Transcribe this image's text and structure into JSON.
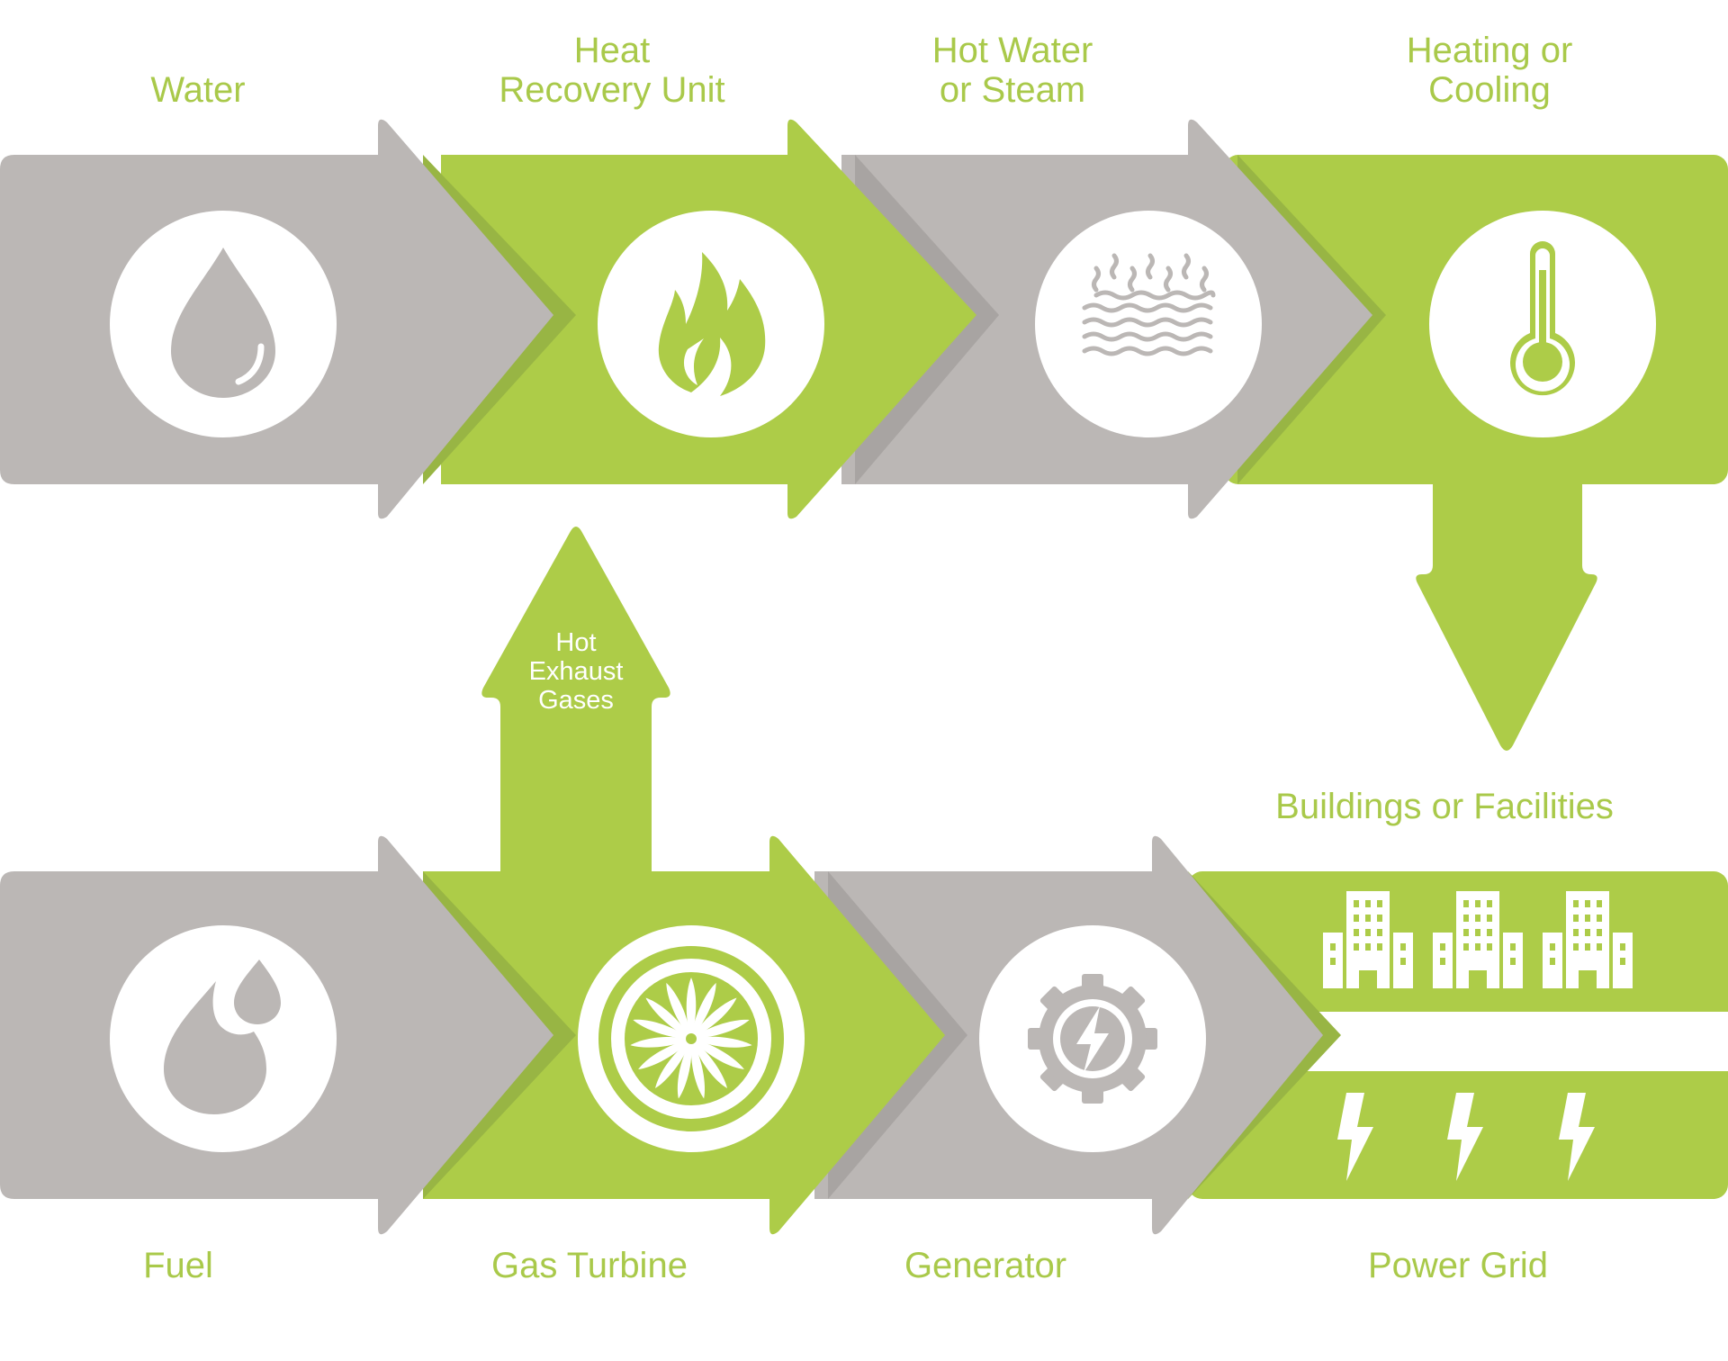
{
  "colors": {
    "gray": "#bbb7b5",
    "gray_shadow": "#a8a4a2",
    "green": "#adcc48",
    "green_shadow": "#98b544",
    "white": "#ffffff",
    "text": "#a9c94a"
  },
  "top_row": [
    {
      "label": "Water",
      "icon": "water-drop-icon"
    },
    {
      "label": "Heat\nRecovery Unit",
      "icon": "flame-icon"
    },
    {
      "label": "Hot Water\nor Steam",
      "icon": "steam-waves-icon"
    },
    {
      "label": "Heating or\nCooling",
      "icon": "thermometer-icon"
    }
  ],
  "bottom_row": [
    {
      "label": "Fuel",
      "icon": "fuel-drops-icon"
    },
    {
      "label": "Gas Turbine",
      "icon": "turbine-icon"
    },
    {
      "label": "Generator",
      "icon": "generator-gear-icon"
    },
    {
      "label": "Power Grid",
      "icon": "lightning-bolts-icon"
    }
  ],
  "up_arrow": {
    "label": "Hot\nExhaust\nGases"
  },
  "down_arrow": {
    "label": "Buildings or Facilities",
    "icon": "buildings-icon"
  }
}
